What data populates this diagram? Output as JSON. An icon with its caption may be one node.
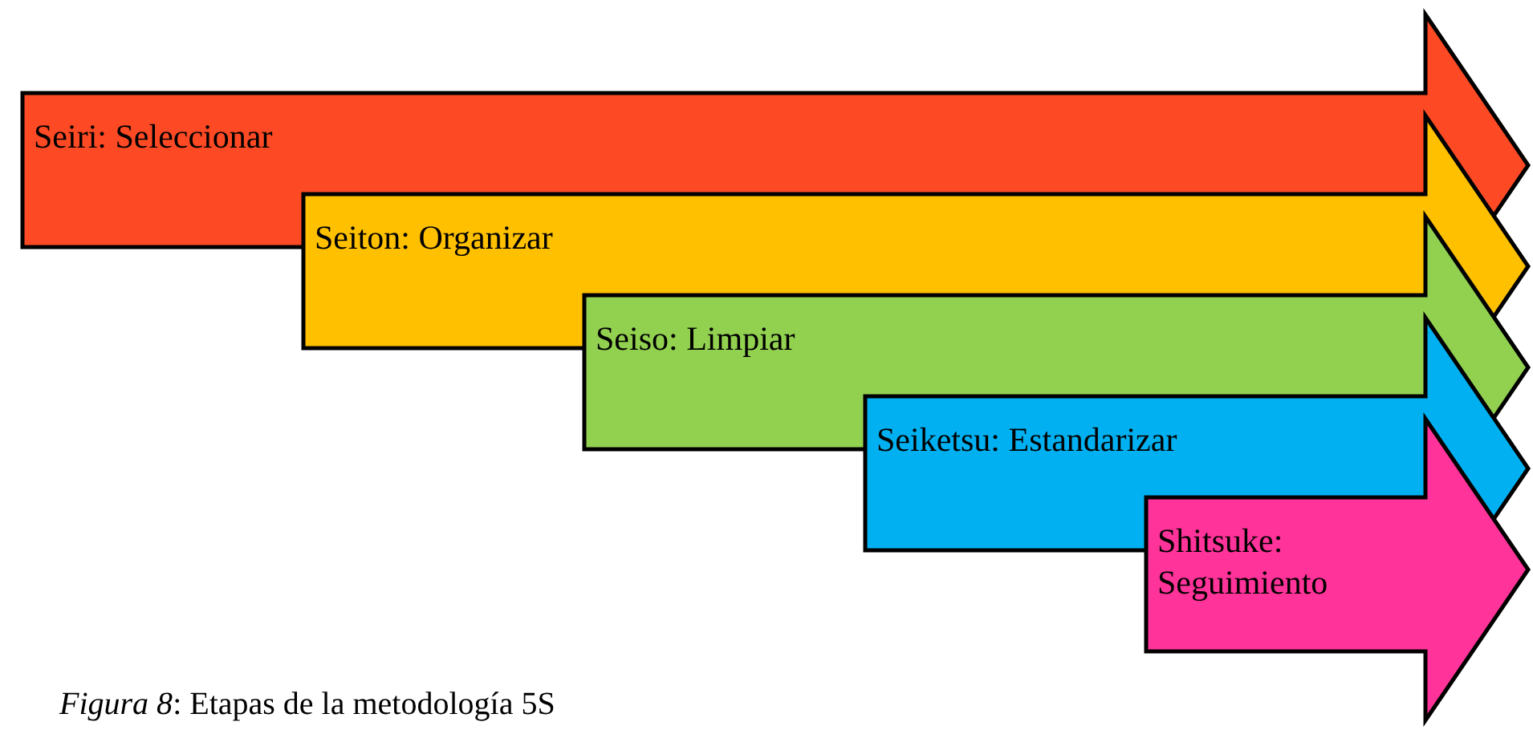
{
  "diagram": {
    "caption": "*Figura 8*: Etapas de la metodología 5S",
    "nodes": [
      {
        "text": [
          "Seiri: Seleccionar"
        ]
      },
      {
        "text": [
          "Seiton: Organizar"
        ]
      },
      {
        "text": [
          "Seiso: Limpiar"
        ]
      },
      {
        "text": [
          "Seiketsu: Estandarizar"
        ]
      },
      {
        "text": [
          "Shitsuke: Seguimiento"
        ]
      }
    ]
  }
}
